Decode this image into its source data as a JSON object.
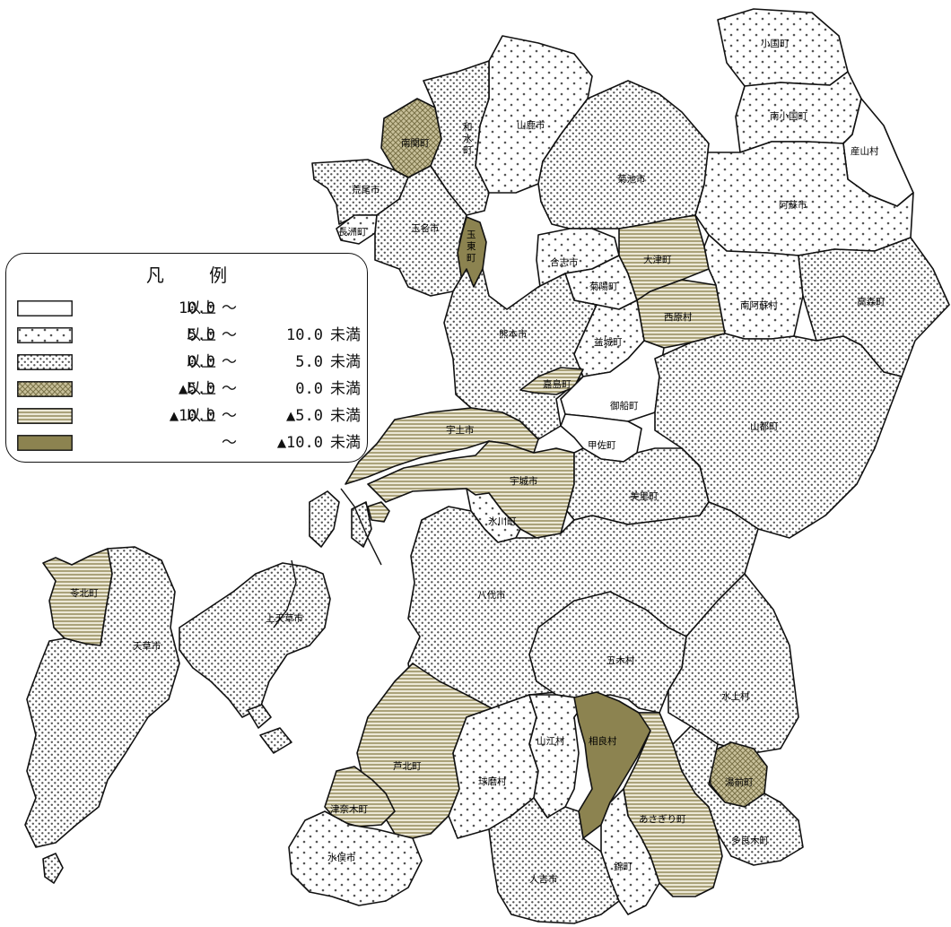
{
  "colors": {
    "outline": "#111111",
    "dot": "#555555",
    "olive": "#8c8350",
    "stripe_bg": "#cfc8a8",
    "stripe_line": "#9a9266",
    "cross_bg": "#c8c09a",
    "cross_line": "#7a7248"
  },
  "legend": {
    "title": "凡 例",
    "rows": [
      {
        "pattern": "none",
        "min": "10.0",
        "ijo": "以上",
        "tilde": "～",
        "max": "",
        "miman": ""
      },
      {
        "pattern": "sparse",
        "min": "5.0",
        "ijo": "以上",
        "tilde": "～",
        "max": "10.0",
        "miman": "未満"
      },
      {
        "pattern": "dense",
        "min": "0.0",
        "ijo": "以上",
        "tilde": "～",
        "max": "5.0",
        "miman": "未満"
      },
      {
        "pattern": "cross",
        "min": "▲5.0",
        "ijo": "以上",
        "tilde": "～",
        "max": "0.0",
        "miman": "未満"
      },
      {
        "pattern": "stripe",
        "min": "▲10.0",
        "ijo": "以上",
        "tilde": "～",
        "max": "▲5.0",
        "miman": "未満"
      },
      {
        "pattern": "solid",
        "min": "",
        "ijo": "",
        "tilde": "～",
        "max": "▲10.0",
        "miman": "未満"
      }
    ]
  },
  "regions": [
    {
      "id": "oguni",
      "label": "小国町",
      "pattern": "sparse"
    },
    {
      "id": "minamioguni",
      "label": "南小国町",
      "pattern": "sparse"
    },
    {
      "id": "ubuyama",
      "label": "産山村",
      "pattern": "none"
    },
    {
      "id": "aso",
      "label": "阿蘇市",
      "pattern": "sparse"
    },
    {
      "id": "takamori",
      "label": "高森町",
      "pattern": "dense"
    },
    {
      "id": "minamiaso",
      "label": "南阿蘇村",
      "pattern": "sparse"
    },
    {
      "id": "yamaga",
      "label": "山鹿市",
      "pattern": "sparse"
    },
    {
      "id": "kikuchi",
      "label": "菊池市",
      "pattern": "dense"
    },
    {
      "id": "nankan",
      "label": "南関町",
      "pattern": "cross"
    },
    {
      "id": "nagomi",
      "label": "和水町",
      "pattern": "dense"
    },
    {
      "id": "arao",
      "label": "荒尾市",
      "pattern": "dense"
    },
    {
      "id": "nagasu",
      "label": "長洲町",
      "pattern": "sparse"
    },
    {
      "id": "tamana",
      "label": "玉名市",
      "pattern": "dense"
    },
    {
      "id": "gyokuto",
      "label": "玉東町",
      "pattern": "solid"
    },
    {
      "id": "koshi",
      "label": "合志市",
      "pattern": "sparse"
    },
    {
      "id": "kikuyo",
      "label": "菊陽町",
      "pattern": "sparse"
    },
    {
      "id": "ozu",
      "label": "大津町",
      "pattern": "stripe"
    },
    {
      "id": "nishihara",
      "label": "西原村",
      "pattern": "stripe"
    },
    {
      "id": "kumamoto",
      "label": "熊本市",
      "pattern": "dense"
    },
    {
      "id": "mashiki",
      "label": "益城町",
      "pattern": "sparse"
    },
    {
      "id": "kashima",
      "label": "嘉島町",
      "pattern": "stripe"
    },
    {
      "id": "mifune",
      "label": "御船町",
      "pattern": "none"
    },
    {
      "id": "kosa",
      "label": "甲佐町",
      "pattern": "none"
    },
    {
      "id": "yamato",
      "label": "山都町",
      "pattern": "dense"
    },
    {
      "id": "uto",
      "label": "宇土市",
      "pattern": "stripe"
    },
    {
      "id": "uki",
      "label": "宇城市",
      "pattern": "stripe"
    },
    {
      "id": "misato",
      "label": "美里町",
      "pattern": "dense"
    },
    {
      "id": "hikawa",
      "label": "氷川町",
      "pattern": "sparse"
    },
    {
      "id": "yatsushiro",
      "label": "八代市",
      "pattern": "dense"
    },
    {
      "id": "reihoku",
      "label": "苓北町",
      "pattern": "stripe"
    },
    {
      "id": "amakusa",
      "label": "天草市",
      "pattern": "dense"
    },
    {
      "id": "kamiamakusa",
      "label": "上天草市",
      "pattern": "dense"
    },
    {
      "id": "itsuki",
      "label": "五木村",
      "pattern": "dense"
    },
    {
      "id": "mizukami",
      "label": "水上村",
      "pattern": "dense"
    },
    {
      "id": "ashikita",
      "label": "芦北町",
      "pattern": "stripe"
    },
    {
      "id": "kuma",
      "label": "球磨村",
      "pattern": "sparse"
    },
    {
      "id": "yamae",
      "label": "山江村",
      "pattern": "sparse"
    },
    {
      "id": "sagara",
      "label": "相良村",
      "pattern": "solid"
    },
    {
      "id": "yunomae",
      "label": "湯前町",
      "pattern": "cross"
    },
    {
      "id": "tsunagi",
      "label": "津奈木町",
      "pattern": "stripe"
    },
    {
      "id": "asagiri",
      "label": "あさぎり町",
      "pattern": "stripe"
    },
    {
      "id": "taragi",
      "label": "多良木町",
      "pattern": "dense"
    },
    {
      "id": "minamata",
      "label": "水俣市",
      "pattern": "sparse"
    },
    {
      "id": "hitoyoshi",
      "label": "人吉市",
      "pattern": "dense"
    },
    {
      "id": "nishiki",
      "label": "錦町",
      "pattern": "sparse"
    }
  ]
}
